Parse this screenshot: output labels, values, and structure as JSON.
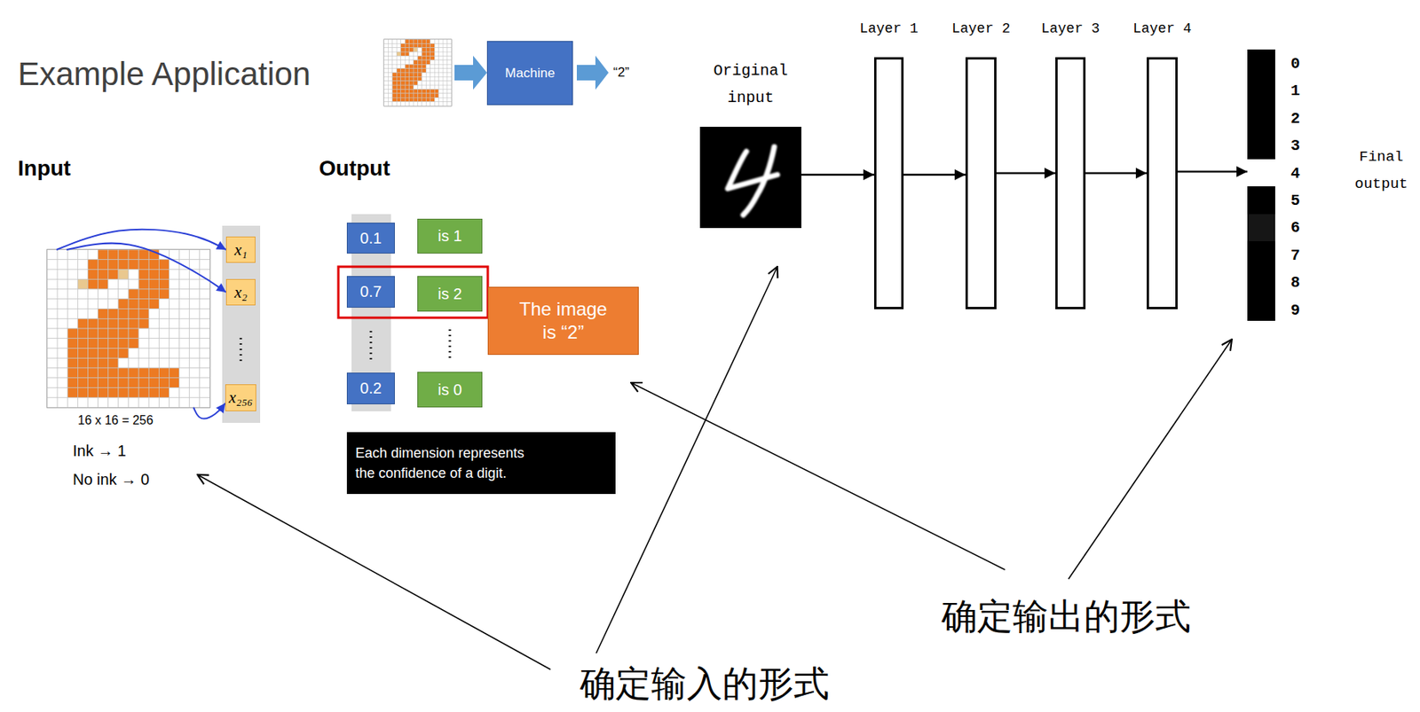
{
  "diagram": {
    "title": "Example Application",
    "nodes": [
      {
        "text": [
          "Machine"
        ]
      },
      {
        "text": [
          "16 x 16 = 256"
        ]
      },
      {
        "text": [
          "x₁"
        ]
      },
      {
        "text": [
          "x₂"
        ]
      },
      {
        "text": [
          "x₂₅₆"
        ]
      },
      {
        "text": [
          "0.1"
        ]
      },
      {
        "text": [
          "is 1"
        ]
      },
      {
        "text": [
          "0.7"
        ]
      },
      {
        "text": [
          "is 2"
        ]
      },
      {
        "text": [
          "0.2"
        ]
      },
      {
        "text": [
          "is 0"
        ]
      },
      {
        "text": [
          "The image is “2”"
        ]
      },
      {
        "text": [
          "Each dimension represents the confidence of a digit."
        ]
      },
      {
        "text": [
          "Original input"
        ]
      },
      {
        "text": [
          "Layer 1"
        ]
      },
      {
        "text": [
          "Layer 2"
        ]
      },
      {
        "text": [
          "Layer 3"
        ]
      },
      {
        "text": [
          "Layer 4"
        ]
      },
      {
        "text": [
          "Final output"
        ]
      }
    ],
    "edges": [
      {
        "from": 1,
        "to": 2,
        "arrow": "to"
      },
      {
        "from": 1,
        "to": 3,
        "arrow": "to"
      },
      {
        "from": 1,
        "to": 4,
        "arrow": "to"
      },
      {
        "from": 13,
        "to": 14,
        "arrow": "to"
      },
      {
        "from": 14,
        "to": 15,
        "arrow": "to"
      },
      {
        "from": 15,
        "to": 16,
        "arrow": "to"
      },
      {
        "from": 16,
        "to": 17,
        "arrow": "to"
      },
      {
        "from": 17,
        "to": 18,
        "arrow": "to"
      }
    ],
    "labels": [
      "“2”",
      "Input",
      "Output",
      "Ink → 1",
      "No ink → 0",
      "0",
      "1",
      "2",
      "3",
      "4",
      "5",
      "6",
      "7",
      "8",
      "9",
      "确定输出的形式",
      "确定输入的形式"
    ]
  }
}
